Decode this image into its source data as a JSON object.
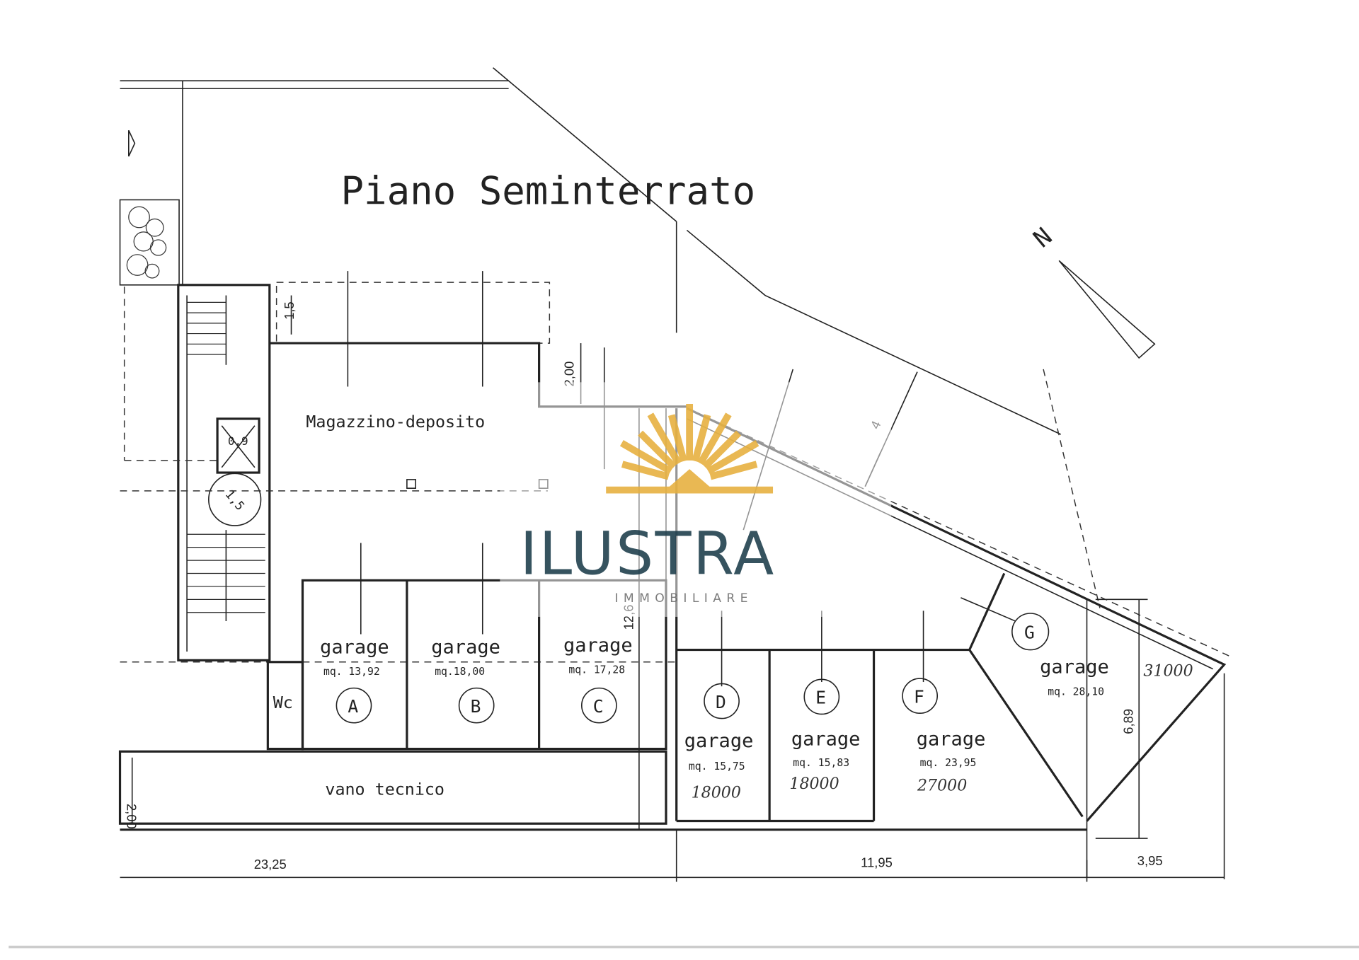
{
  "title": "Piano Seminterrato",
  "north_label": "N",
  "rooms": {
    "magazzino": "Magazzino-deposito",
    "wc": "Wc",
    "vano_tecnico": "vano tecnico"
  },
  "garages": [
    {
      "letter": "A",
      "label": "garage",
      "area": "mq. 13,92",
      "price": ""
    },
    {
      "letter": "B",
      "label": "garage",
      "area": "mq.18,00",
      "price": ""
    },
    {
      "letter": "C",
      "label": "garage",
      "area": "mq. 17,28",
      "price": ""
    },
    {
      "letter": "D",
      "label": "garage",
      "area": "mq. 15,75",
      "price": "18000"
    },
    {
      "letter": "E",
      "label": "garage",
      "area": "mq. 15,83",
      "price": "18000"
    },
    {
      "letter": "F",
      "label": "garage",
      "area": "mq. 23,95",
      "price": "27000"
    },
    {
      "letter": "G",
      "label": "garage",
      "area": "mq. 28,10",
      "price": "31000"
    }
  ],
  "dimensions": {
    "d1": "1,5",
    "d2": "2,00",
    "d3": "0,9",
    "d4": "1,5",
    "d5": "12,6",
    "d6": "4",
    "d7": "6,89",
    "d8": "2,00",
    "bottom_left": "23,25",
    "bottom_mid": "11,95",
    "bottom_right": "3,95"
  },
  "logo": {
    "name": "ILUSTRA",
    "subtitle": "IMMOBILIARE",
    "gold": "#E8B54A",
    "teal": "#2C4A57"
  }
}
